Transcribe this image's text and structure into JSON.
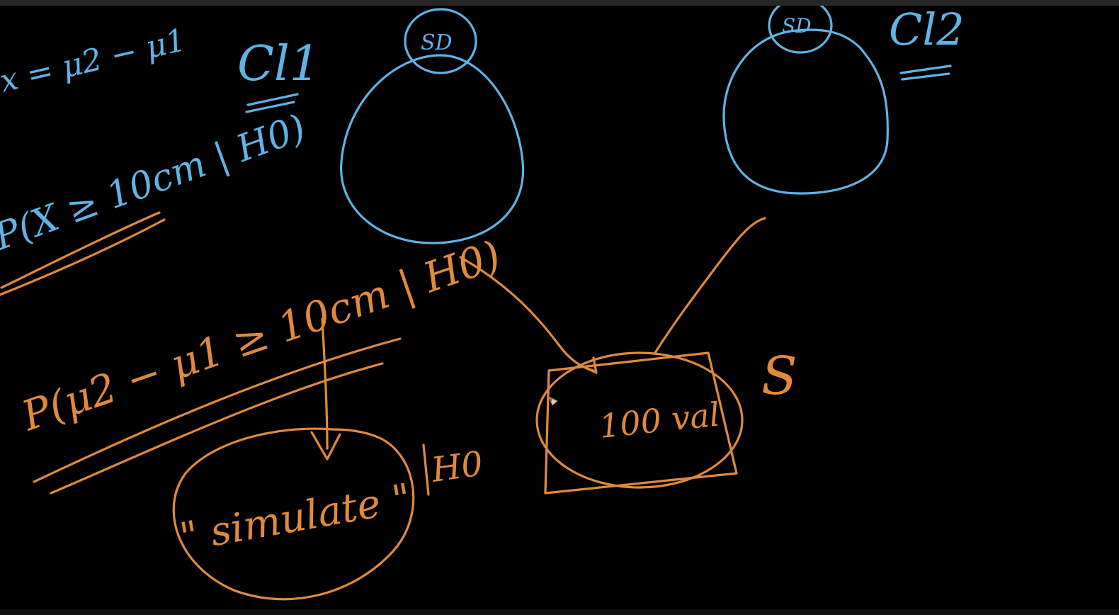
{
  "colors": {
    "background": "#000000",
    "top_bar": "#262626",
    "ink_blue": "#5fb3e6",
    "ink_orange": "#e08a3c"
  },
  "whiteboard": {
    "blue_text": {
      "x_def": "x = μ2 − μ1",
      "cl1": "Cl1",
      "cl2": "Cl2",
      "sd_left": "SD",
      "sd_right": "SD",
      "p_x": "P(X ≥ 10cm | H0)"
    },
    "orange_text": {
      "p_mu": "P(μ2 − μ1 ≥ 10cm | H0)",
      "simulate": "\" simulate \"",
      "h0": "H0",
      "sample": "100 val",
      "s": "S"
    }
  },
  "icons": {
    "pen_cursor": "pen-cursor-icon"
  }
}
